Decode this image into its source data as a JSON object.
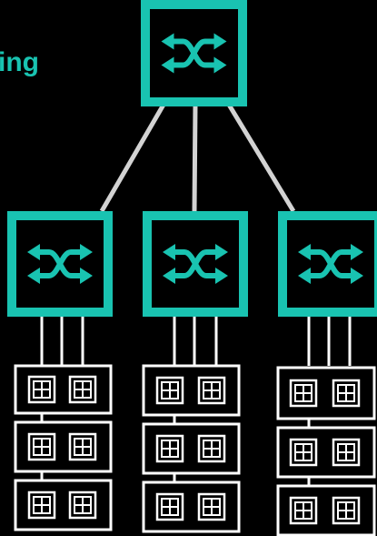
{
  "title": {
    "text": "ing"
  },
  "colors": {
    "background": "#000000",
    "switch_accent": "#19c3b1",
    "uplink": "#d3d3d3",
    "server_line": "#ffffff",
    "server_fill": "#000000"
  },
  "topology": {
    "core_switch": {
      "icon": "network-switch-icon"
    },
    "aggregation_switches": [
      {
        "icon": "network-switch-icon",
        "server_units": 3,
        "links_per_unit": 3
      },
      {
        "icon": "network-switch-icon",
        "server_units": 3,
        "links_per_unit": 3
      },
      {
        "icon": "network-switch-icon",
        "server_units": 3,
        "links_per_unit": 3
      }
    ],
    "server_icon": "server-rack-icon"
  }
}
